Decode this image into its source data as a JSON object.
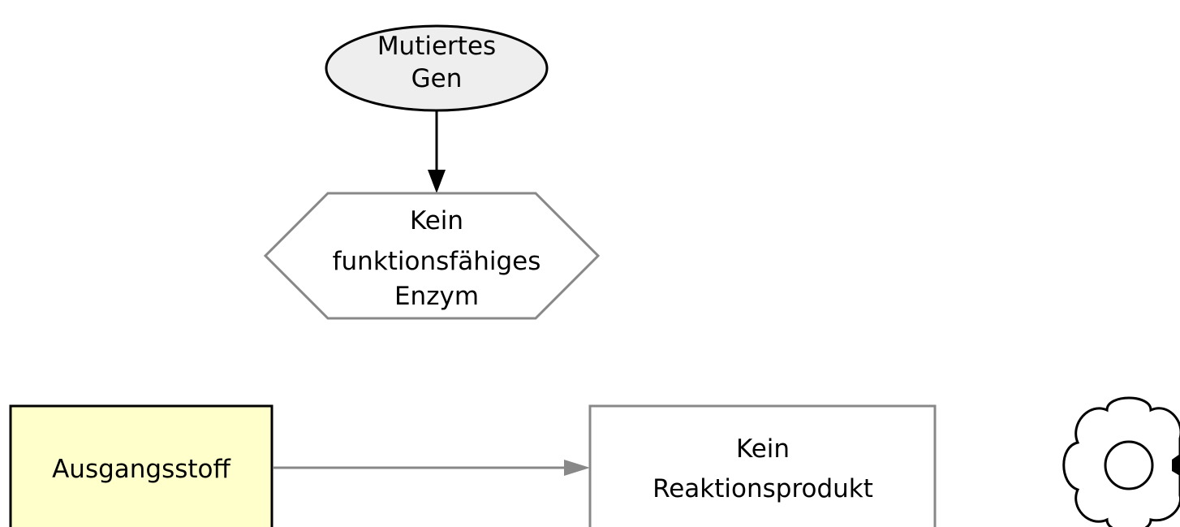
{
  "diagram": {
    "nodes": {
      "gene": {
        "lines": [
          "Mutiertes",
          "Gen"
        ],
        "shape": "ellipse",
        "fill": "#eeeeee",
        "stroke": "#000000"
      },
      "enzyme": {
        "lines": [
          "Kein",
          "funktionsfähiges",
          "Enzym"
        ],
        "shape": "hexagon",
        "fill": "#ffffff",
        "stroke": "#888888"
      },
      "substrate": {
        "lines": [
          "Ausgangsstoff"
        ],
        "shape": "rectangle",
        "fill": "#ffffcc",
        "stroke": "#000000"
      },
      "product": {
        "lines": [
          "Kein",
          "Reaktionsprodukt"
        ],
        "shape": "rectangle",
        "fill": "#ffffff",
        "stroke": "#888888"
      }
    },
    "edges": [
      {
        "from": "gene",
        "to": "enzyme",
        "color": "#000000"
      },
      {
        "from": "substrate",
        "to": "product",
        "color": "#888888"
      }
    ],
    "decoration": {
      "icon": "flower-icon"
    }
  }
}
